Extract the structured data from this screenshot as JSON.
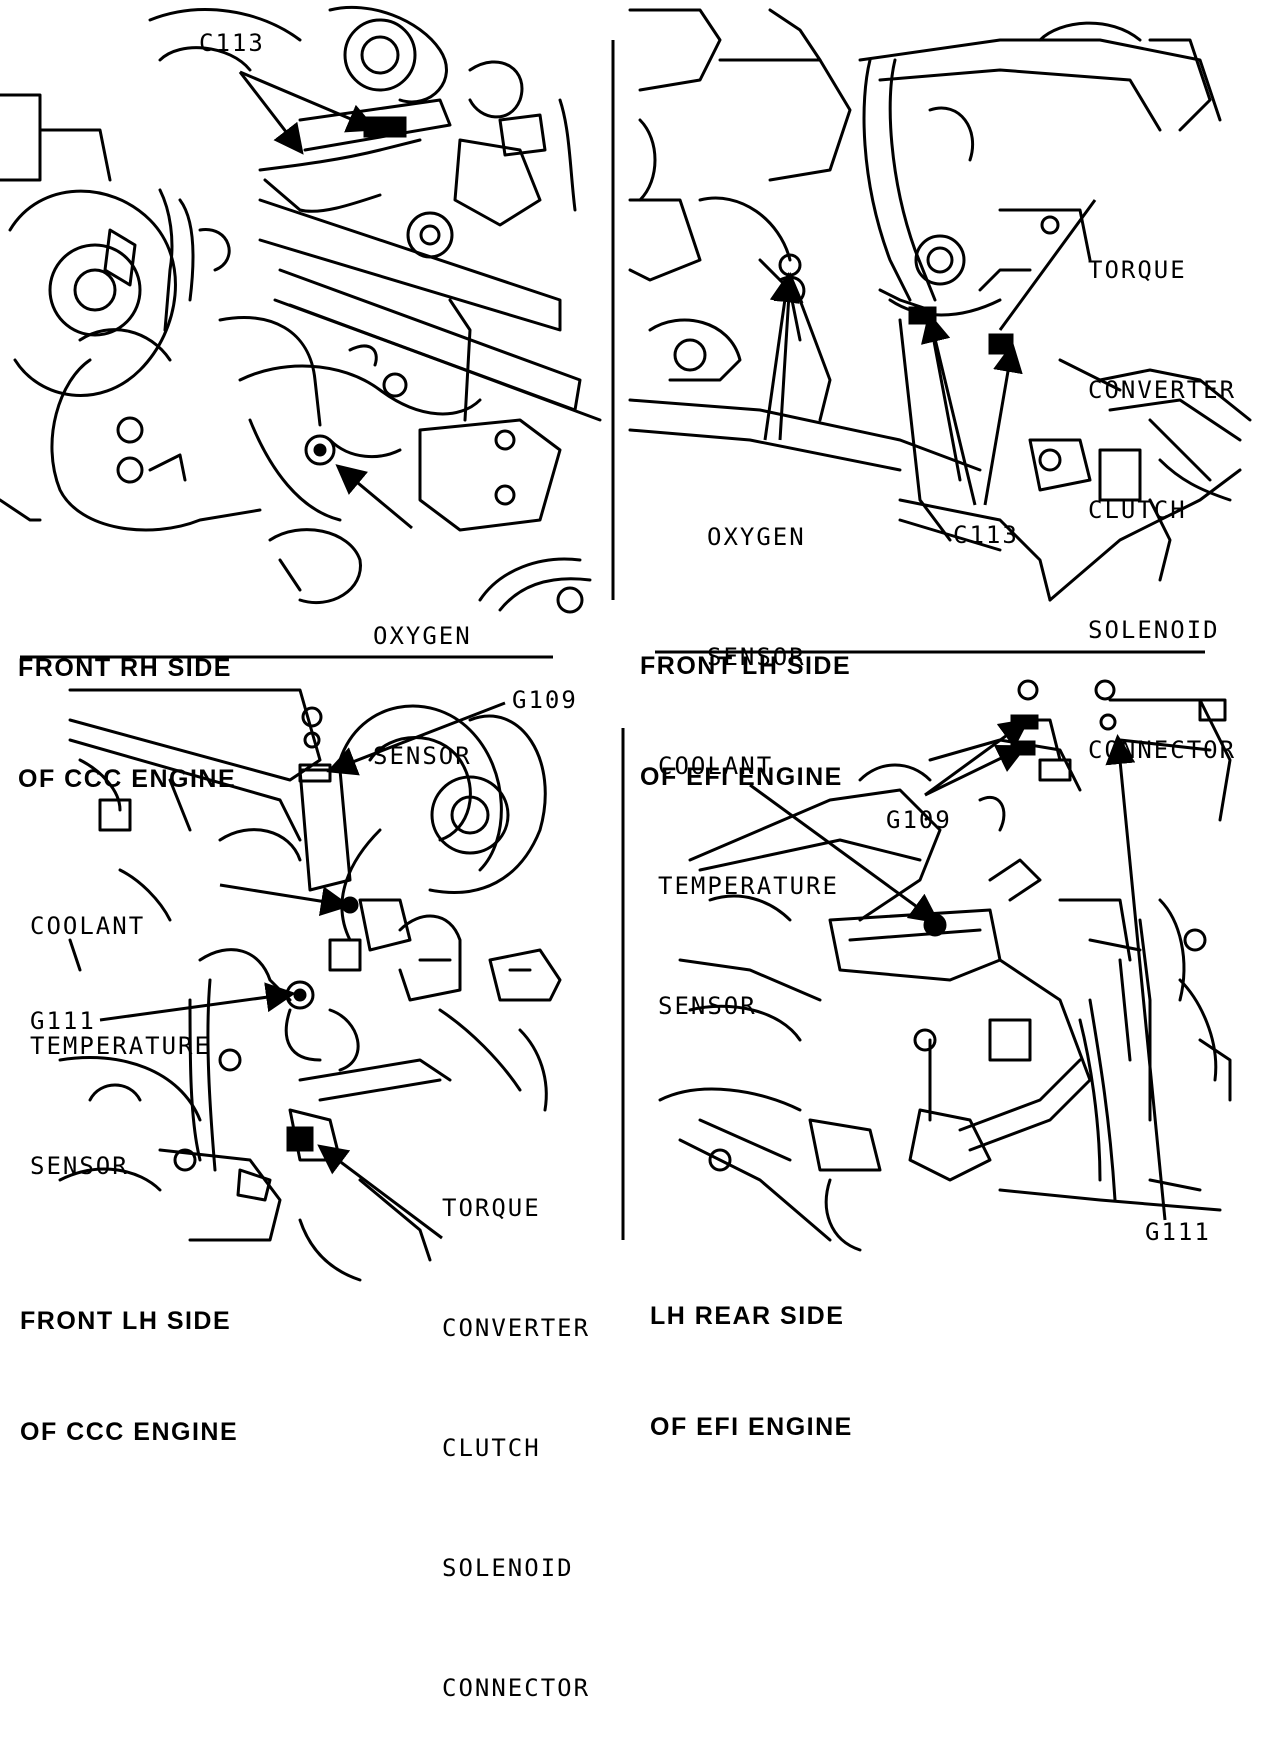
{
  "panels": {
    "top_left": {
      "caption": [
        "FRONT RH SIDE",
        "OF CCC ENGINE"
      ],
      "labels": {
        "c113": "C113",
        "oxygen": [
          "OXYGEN",
          "SENSOR"
        ]
      }
    },
    "top_right": {
      "caption": [
        "FRONT LH SIDE",
        "OF EFI ENGINE"
      ],
      "labels": {
        "tcc": [
          "TORQUE",
          "CONVERTER",
          "CLUTCH",
          "SOLENOID",
          "CONNECTOR"
        ],
        "oxygen": [
          "OXYGEN",
          "SENSOR"
        ],
        "c113": "C113"
      }
    },
    "bottom_left": {
      "caption": [
        "FRONT LH SIDE",
        "OF CCC ENGINE"
      ],
      "labels": {
        "g109": "G109",
        "coolant": [
          "COOLANT",
          "TEMPERATURE",
          "SENSOR"
        ],
        "g111": "G111",
        "tcc": [
          "TORQUE",
          "CONVERTER",
          "CLUTCH",
          "SOLENOID",
          "CONNECTOR"
        ]
      }
    },
    "bottom_right": {
      "caption": [
        "LH REAR SIDE",
        "OF EFI ENGINE"
      ],
      "labels": {
        "coolant": [
          "COOLANT",
          "TEMPERATURE",
          "SENSOR"
        ],
        "g109": "G109",
        "g111": "G111"
      }
    }
  }
}
